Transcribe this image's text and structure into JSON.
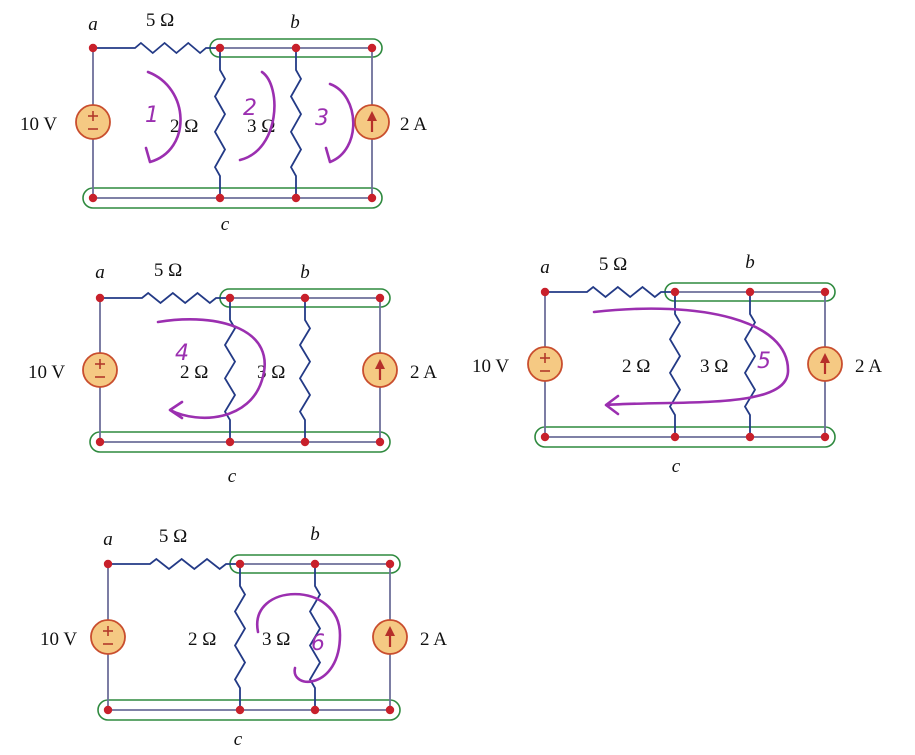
{
  "circuits": [
    {
      "node_a": "a",
      "node_b": "b",
      "node_c": "c",
      "r_series": "5 Ω",
      "r1": "2 Ω",
      "r2": "3 Ω",
      "voltage_source": "10 V",
      "current_source": "2 A",
      "loops": [
        "1",
        "2",
        "3"
      ]
    },
    {
      "node_a": "a",
      "node_b": "b",
      "node_c": "c",
      "r_series": "5 Ω",
      "r1": "2 Ω",
      "r2": "3 Ω",
      "voltage_source": "10 V",
      "current_source": "2 A",
      "loops": [
        "4"
      ]
    },
    {
      "node_a": "a",
      "node_b": "b",
      "node_c": "c",
      "r_series": "5 Ω",
      "r1": "2 Ω",
      "r2": "3 Ω",
      "voltage_source": "10 V",
      "current_source": "2 A",
      "loops": [
        "5"
      ]
    },
    {
      "node_a": "a",
      "node_b": "b",
      "node_c": "c",
      "r_series": "5 Ω",
      "r1": "2 Ω",
      "r2": "3 Ω",
      "voltage_source": "10 V",
      "current_source": "2 A",
      "loops": [
        "6"
      ]
    }
  ],
  "colors": {
    "wire": "#6d6f9a",
    "node": "#c8202b",
    "node_group_outline": "#2f8a3f",
    "resistor": "#233a86",
    "source_fill": "#f5c983",
    "loop_annotation": "#9b2fb0"
  }
}
